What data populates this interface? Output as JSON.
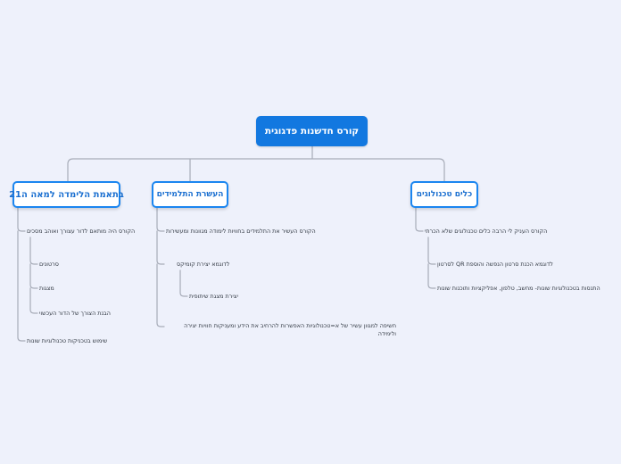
{
  "central": {
    "label": "קורס חדשנות פדגוגית"
  },
  "branches": [
    {
      "label": "בתאמת הלימדה למאה ה21",
      "children": [
        {
          "label": "הקורס היה מותאם לדור עצורך ואוהב מסכים",
          "children": [
            {
              "label": "סרטונים"
            },
            {
              "label": "מצגות"
            },
            {
              "label": "הבנת הצורך של הדור העכשוי"
            }
          ]
        },
        {
          "label": "שימוש בטכניקות טכנולוגיות שונות"
        }
      ]
    },
    {
      "label": "העשרת התלמידים",
      "children": [
        {
          "label": "הקורס העשיר את התלמידים בחוויות לימודה מגוונות ומעשירות",
          "children": []
        },
        {
          "label": "לדוגמא יצירת קומיקס",
          "children": [
            {
              "label": "יצירת מצגת שיתופית"
            }
          ]
        },
        {
          "label": "חשיפה למגוון עשיר של א=טכנולוגיות האפשרות להרחיב את הידע ומעניקות חוויות יצירה ולימידה"
        }
      ]
    },
    {
      "label": "כלים טכנולוגים",
      "children": [
        {
          "label": "הקורס העניק לי הרבה כלים טכנולוגים שלא הכרתי",
          "children": [
            {
              "label": "לדוגמא הכנת סרטון הנפשה והוספת QR לסרטון"
            },
            {
              "label": "התנסות בטכנולוגיות שונות- מחשב, טלפון, אפליקציות ותוכנות שונות"
            }
          ]
        }
      ]
    }
  ]
}
